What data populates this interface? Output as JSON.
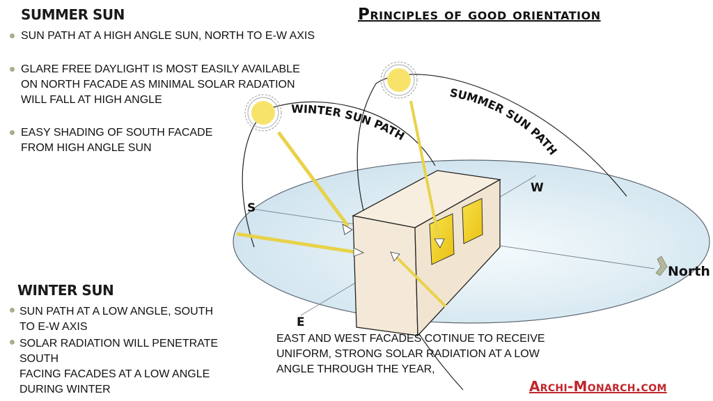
{
  "title": "Principles of good orientation",
  "summer": {
    "heading": "SUMMER SUN",
    "bullets": [
      [
        "SUN PATH AT A HIGH ANGLE SUN, NORTH TO E-W AXIS"
      ],
      [
        "GLARE FREE DAYLIGHT IS MOST EASILY AVAILABLE",
        "ON NORTH FACADE AS MINIMAL SOLAR RADATION",
        "WILL FALL AT HIGH ANGLE"
      ],
      [
        "EASY SHADING OF SOUTH FACADE",
        "FROM HIGH ANGLE SUN"
      ]
    ]
  },
  "winter": {
    "heading": "WINTER SUN",
    "bullets": [
      [
        "SUN PATH AT A LOW ANGLE, SOUTH",
        "TO E-W AXIS"
      ],
      [
        "SOLAR RADIATION WILL PENETRATE",
        "SOUTH",
        "FACING FACADES AT A LOW ANGLE",
        "DURING WINTER"
      ]
    ]
  },
  "east_west_note": [
    "EAST AND WEST FACADES COTINUE TO RECEIVE",
    "UNIFORM, STRONG SOLAR RADIATION AT A LOW",
    "ANGLE THROUGH THE YEAR,"
  ],
  "diagram": {
    "winter_path_label": "WINTER SUN PATH",
    "summer_path_label": "SUMMER SUN PATH",
    "compass": {
      "south": "S",
      "west": "W",
      "east": "E",
      "north": "North"
    },
    "icons": [
      "winter-sun-icon",
      "summer-sun-icon",
      "north-arrow-icon",
      "building-icon"
    ],
    "colors": {
      "ground": "#dfeef5",
      "building": "#f5ebdc",
      "window": "#f2cc1a",
      "sun": "#f7e36a",
      "ray": "#f0dc5a"
    }
  },
  "brand": "Archi-Monarch.com"
}
